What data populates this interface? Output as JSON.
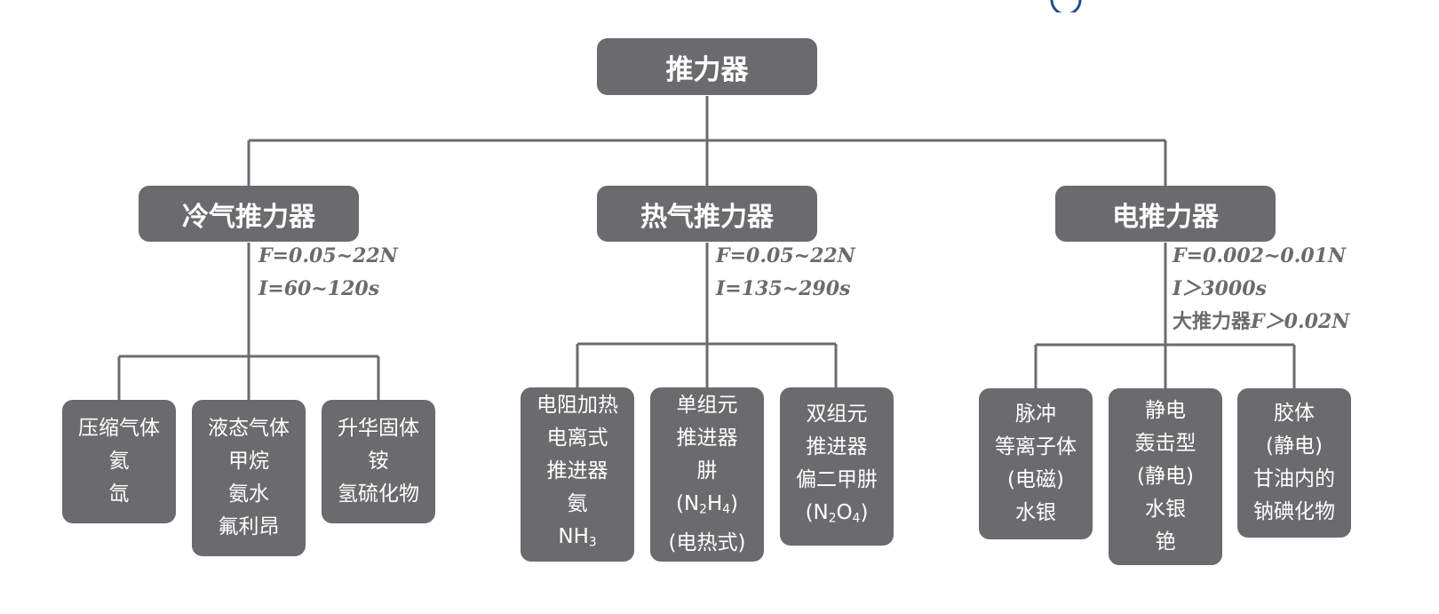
{
  "root": {
    "label": "推力器"
  },
  "categories": [
    {
      "label": "冷气推力器",
      "specs": [
        "F=0.05~22N",
        "I=60~120s"
      ],
      "leaves": [
        {
          "lines": [
            "压缩气体",
            "氦",
            "氙"
          ]
        },
        {
          "lines": [
            "液态气体",
            "甲烷",
            "氨水",
            "氟利昂"
          ]
        },
        {
          "lines": [
            "升华固体",
            "铵",
            "氢硫化物"
          ]
        }
      ]
    },
    {
      "label": "热气推力器",
      "specs": [
        "F=0.05~22N",
        "I=135~290s"
      ],
      "leaves": [
        {
          "lines": [
            "电阻加热",
            "电离式",
            "推进器",
            "氨"
          ],
          "formula": {
            "base": "NH",
            "sub": "3"
          }
        },
        {
          "lines": [
            "单组元",
            "推进器",
            "肼"
          ],
          "formula": {
            "open": "(",
            "a": "N",
            "a_sub": "2",
            "b": "H",
            "b_sub": "4",
            "close": ")"
          },
          "extra": "(电热式)"
        },
        {
          "lines": [
            "双组元",
            "推进器",
            "偏二甲肼"
          ],
          "formula": {
            "open": "(",
            "a": "N",
            "a_sub": "2",
            "b": "O",
            "b_sub": "4",
            "close": ")"
          }
        }
      ]
    },
    {
      "label": "电推力器",
      "specs": [
        "F=0.002~0.01N",
        "I＞3000s"
      ],
      "spec_extra": {
        "prefix": "大推力器",
        "value": "F＞0.02N"
      },
      "leaves": [
        {
          "lines": [
            "脉冲",
            "等离子体",
            "(电磁)",
            "水银"
          ]
        },
        {
          "lines": [
            "静电",
            "轰击型",
            "(静电)",
            "水银",
            "铯"
          ]
        },
        {
          "lines": [
            "胶体",
            "(静电)",
            "甘油内的",
            "钠碘化物"
          ]
        }
      ]
    }
  ],
  "colors": {
    "box": "#6b6b6d",
    "connector": "#6b6b6d",
    "text_on_box": "#ffffff",
    "spec_text": "#6b6b6d",
    "logo": "#1f4e8c"
  }
}
